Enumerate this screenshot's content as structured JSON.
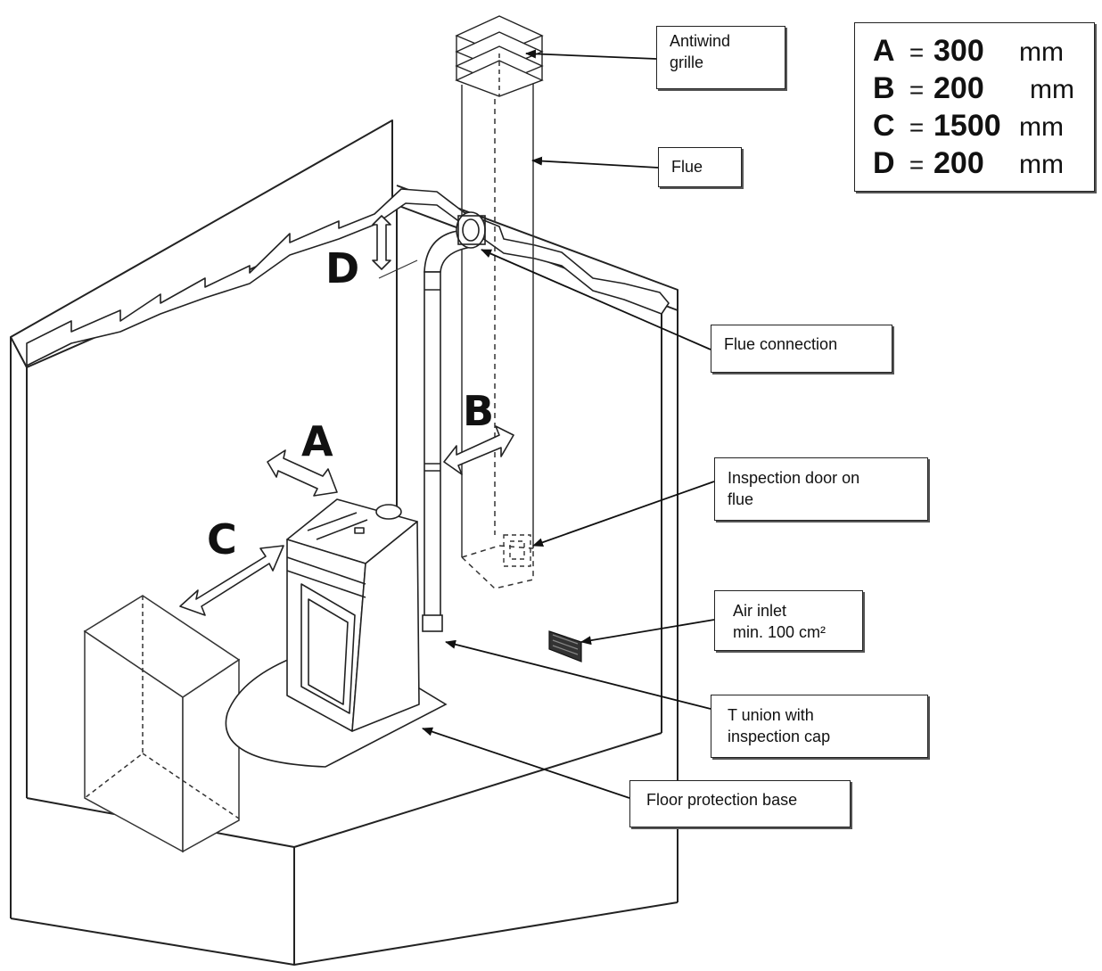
{
  "callouts": {
    "antiwind_grille": "Antiwind\ngrille",
    "flue": "Flue",
    "flue_connection": "Flue connection",
    "inspection_door": "Inspection door on\nflue",
    "air_inlet": "Air inlet\nmin. 100 cm²",
    "t_union": "T union with\ninspection cap",
    "floor_protection": "Floor protection base"
  },
  "dimension_labels": {
    "a": "A",
    "b": "B",
    "c": "C",
    "d": "D"
  },
  "dimensions": [
    {
      "letter": "A",
      "value": "300",
      "unit": "mm"
    },
    {
      "letter": "B",
      "value": "200",
      "unit": "mm"
    },
    {
      "letter": "C",
      "value": "1500",
      "unit": "mm"
    },
    {
      "letter": "D",
      "value": "200",
      "unit": "mm"
    }
  ],
  "equals_sign": "="
}
